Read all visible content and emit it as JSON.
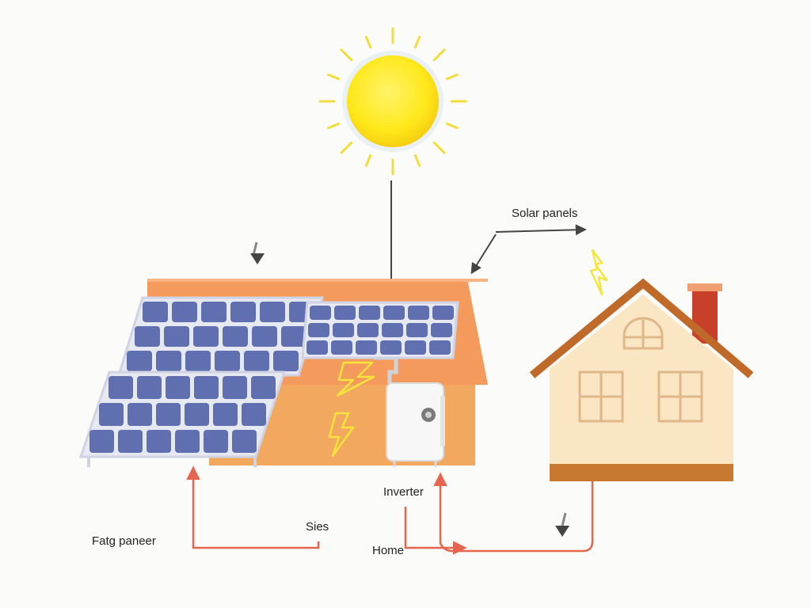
{
  "labels": {
    "solar_panels": "Solar panels",
    "inverter": "Inverter",
    "home": "Home",
    "sies": "Sies",
    "fatg_paneer": "Fatg paneer"
  },
  "colors": {
    "sun": "#ffe81a",
    "sun_rays": "#f4dc3c",
    "roof": "#f49a5c",
    "wall": "#f2a95f",
    "panel_cell": "#5f6fb0",
    "panel_frame": "#d9dcea",
    "house_wall": "#fbe6c4",
    "house_roof": "#c06a2a",
    "chimney": "#c8402a",
    "flow_arrow": "#e5654f",
    "arrow_dark": "#444444",
    "bolt": "#f5e43a"
  }
}
